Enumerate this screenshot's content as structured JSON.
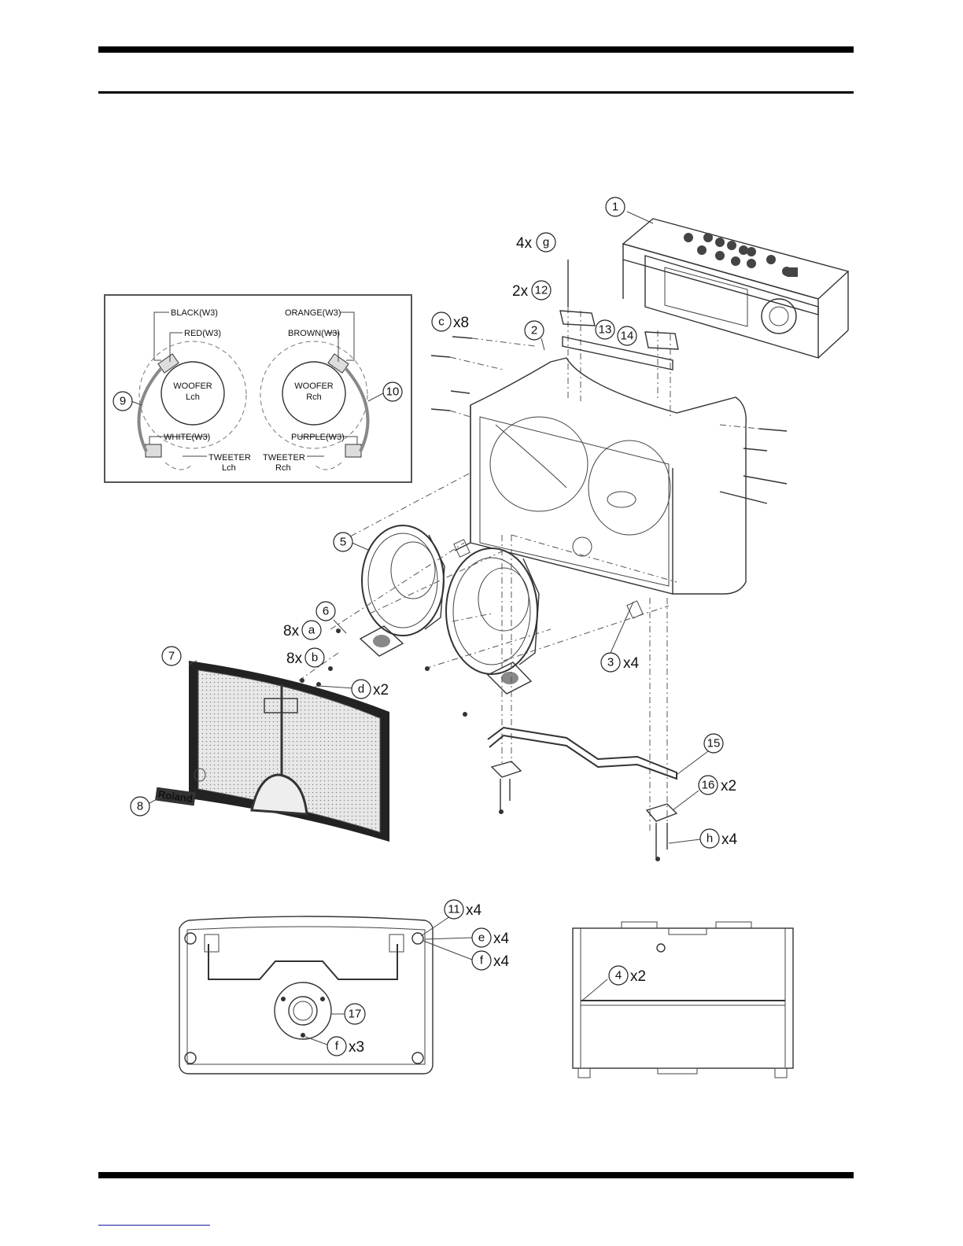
{
  "callouts": {
    "n1": "1",
    "n2": "2",
    "n3": "3",
    "n4": "4",
    "n5": "5",
    "n6": "6",
    "n7": "7",
    "n8": "8",
    "n9": "9",
    "n10": "10",
    "n11": "11",
    "n12": "12",
    "n13": "13",
    "n14": "14",
    "n15": "15",
    "n16": "16",
    "n17": "17",
    "a": "a",
    "b": "b",
    "c": "c",
    "d": "d",
    "e": "e",
    "f": "f",
    "g": "g",
    "h": "h"
  },
  "quantities": {
    "g_prefix": "4x",
    "n12_prefix": "2x",
    "c_suffix": "x8",
    "a_prefix": "8x",
    "b_prefix": "8x",
    "d_suffix": "x2",
    "n3_suffix": "x4",
    "n16_suffix": "x2",
    "h_suffix": "x4",
    "n11_suffix": "x4",
    "e_suffix": "x4",
    "f_top_suffix": "x4",
    "f_bottom_suffix": "x3",
    "n4_suffix": "x2"
  },
  "wiring": {
    "black": "BLACK(W3)",
    "red": "RED(W3)",
    "orange": "ORANGE(W3)",
    "brown": "BROWN(W3)",
    "white": "WHITE(W3)",
    "purple": "PURPLE(W3)",
    "woofer": "WOOFER",
    "lch": "Lch",
    "rch": "Rch",
    "tweeter": "TWEETER"
  },
  "logo_text": "Roland"
}
